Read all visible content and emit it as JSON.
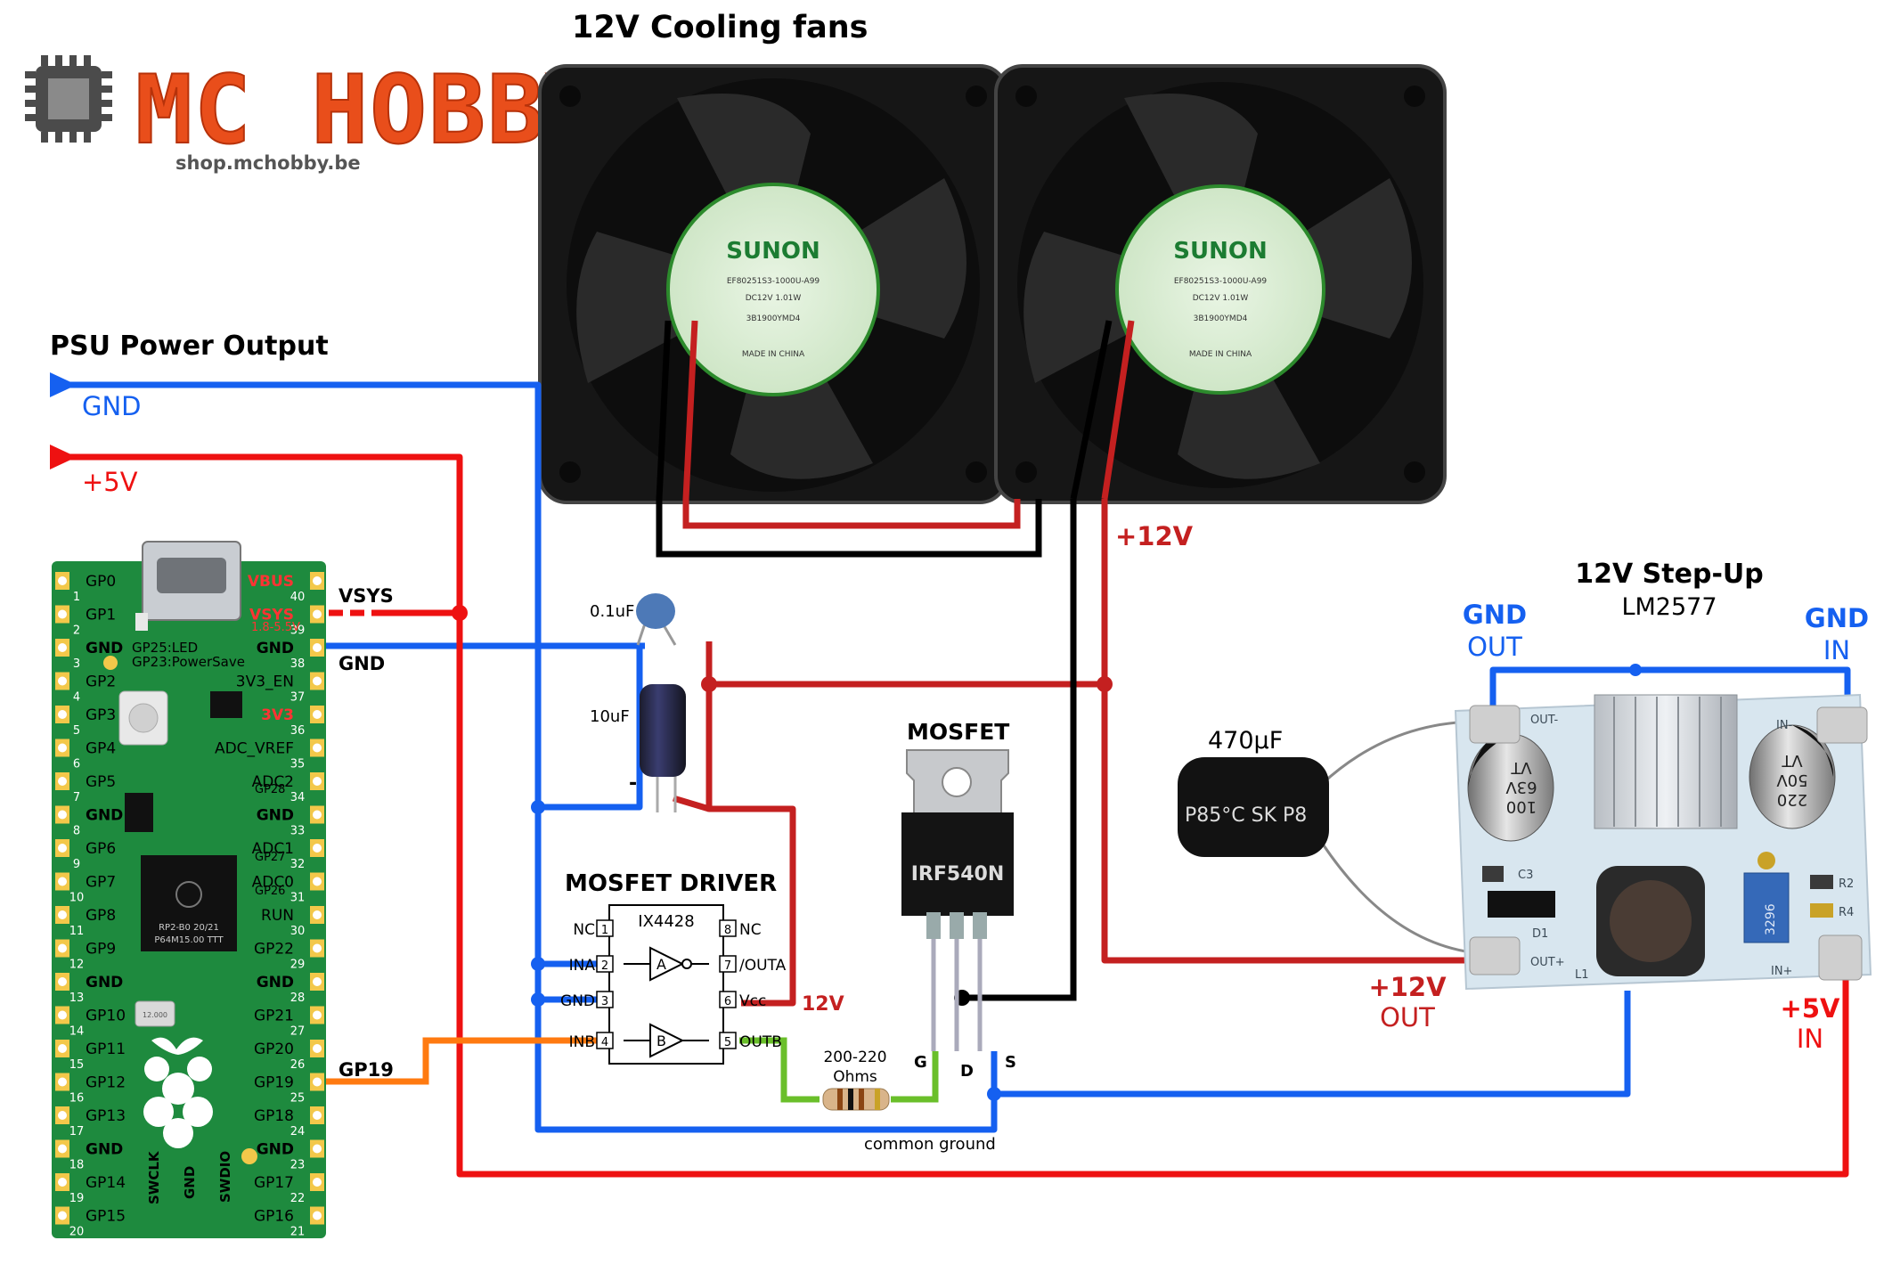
{
  "brand": {
    "name": "MC HOBBY",
    "url": "shop.mchobby.be"
  },
  "colors": {
    "gnd": "#1560f0",
    "plus5v": "#ee1111",
    "plus12v": "#c42020",
    "fan": "#000000",
    "gp19": "#ff7a10",
    "resistor_wire": "#6abf2a",
    "pico_board": "#1e8a3e",
    "pcb": "#d8e6ef"
  },
  "fans": {
    "title": "12V Cooling fans",
    "brand": "SUNON",
    "model": "EF80251S3-1000U-A99",
    "rating": "DC12V  1.01W",
    "code": "3B1900YMD4",
    "origin": "MADE IN CHINA"
  },
  "psu": {
    "title": "PSU Power Output",
    "gnd": "GND",
    "plus5v": "+5V"
  },
  "pico": {
    "left_pins": [
      {
        "label": "GP0",
        "num": "1"
      },
      {
        "label": "GP1",
        "num": "2"
      },
      {
        "label": "GND",
        "num": "3"
      },
      {
        "label": "GP2",
        "num": "4"
      },
      {
        "label": "GP3",
        "num": "5"
      },
      {
        "label": "GP4",
        "num": "6"
      },
      {
        "label": "GP5",
        "num": "7"
      },
      {
        "label": "GND",
        "num": "8"
      },
      {
        "label": "GP6",
        "num": "9"
      },
      {
        "label": "GP7",
        "num": "10"
      },
      {
        "label": "GP8",
        "num": "11"
      },
      {
        "label": "GP9",
        "num": "12"
      },
      {
        "label": "GND",
        "num": "13"
      },
      {
        "label": "GP10",
        "num": "14"
      },
      {
        "label": "GP11",
        "num": "15"
      },
      {
        "label": "GP12",
        "num": "16"
      },
      {
        "label": "GP13",
        "num": "17"
      },
      {
        "label": "GND",
        "num": "18"
      },
      {
        "label": "GP14",
        "num": "19"
      },
      {
        "label": "GP15",
        "num": "20"
      }
    ],
    "right_pins": [
      {
        "label": "VBUS",
        "num": "40"
      },
      {
        "label": "VSYS",
        "num": "39"
      },
      {
        "label": "GND",
        "num": "38"
      },
      {
        "label": "3V3_EN",
        "num": "37"
      },
      {
        "label": "3V3",
        "num": "36"
      },
      {
        "label": "ADC_VREF",
        "num": "35"
      },
      {
        "label": "ADC2",
        "num": "34"
      },
      {
        "label": "GND",
        "num": "33"
      },
      {
        "label": "ADC1",
        "num": "32"
      },
      {
        "label": "ADC0",
        "num": "31"
      },
      {
        "label": "RUN",
        "num": "30"
      },
      {
        "label": "GP22",
        "num": "29"
      },
      {
        "label": "GND",
        "num": "28"
      },
      {
        "label": "GP21",
        "num": "27"
      },
      {
        "label": "GP20",
        "num": "26"
      },
      {
        "label": "GP19",
        "num": "25"
      },
      {
        "label": "GP18",
        "num": "24"
      },
      {
        "label": "GND",
        "num": "23"
      },
      {
        "label": "GP17",
        "num": "22"
      },
      {
        "label": "GP16",
        "num": "21"
      }
    ],
    "sub_labels": {
      "gp28": "GP28",
      "gp27": "GP27",
      "gp26": "GP26",
      "vsys_range": "1.8-5.5V"
    },
    "led_label": "GP25:LED",
    "psave_label": "GP23:PowerSave",
    "chip_line1": "RP2-B0  20/21",
    "chip_line2": "P64M15.00 TTT",
    "crystal": "12.000",
    "bottom_labels": [
      "SWCLK",
      "GND",
      "SWDIO"
    ]
  },
  "wires": {
    "vsys": "VSYS",
    "gnd": "GND",
    "gp19": "GP19"
  },
  "caps": {
    "c1": "0.1uF",
    "c2": "10uF",
    "c3": "470µF",
    "c2_minus": "-",
    "c3_body": "P85°C SK P8"
  },
  "driver": {
    "title": "MOSFET DRIVER",
    "chip": "IX4428",
    "pins_left": [
      {
        "name": "NC",
        "num": "1"
      },
      {
        "name": "INA",
        "num": "2"
      },
      {
        "name": "GND",
        "num": "3"
      },
      {
        "name": "INB",
        "num": "4"
      }
    ],
    "pins_right": [
      {
        "name": "NC",
        "num": "8"
      },
      {
        "name": "/OUTA",
        "num": "7"
      },
      {
        "name": "Vcc",
        "num": "6"
      },
      {
        "name": "OUTB",
        "num": "5"
      }
    ],
    "gate_a": "A",
    "gate_b": "B",
    "vcc_label": "12V"
  },
  "mosfet": {
    "title": "MOSFET",
    "part": "IRF540N",
    "pins": [
      "G",
      "D",
      "S"
    ]
  },
  "resistor": {
    "label_line1": "200-220",
    "label_line2": "Ohms"
  },
  "common_ground": "common ground",
  "rail12v": "+12V",
  "stepup": {
    "title": "12V Step-Up",
    "chip": "LM2577",
    "gnd_out": [
      "GND",
      "OUT"
    ],
    "gnd_in": [
      "GND",
      "IN"
    ],
    "out": [
      "+12V",
      "OUT"
    ],
    "in": [
      "+5V",
      "IN"
    ],
    "silk": {
      "out_minus": "OUT-",
      "in_minus": "IN-",
      "out_plus": "OUT+",
      "in_plus": "IN+",
      "c3": "C3",
      "d1": "D1",
      "l1": "L1",
      "r2": "R2",
      "r4": "R4"
    },
    "cap_out": [
      "100",
      "63V",
      "VT"
    ],
    "cap_in": [
      "220",
      "50V",
      "VT"
    ],
    "trimmer": "3296"
  }
}
